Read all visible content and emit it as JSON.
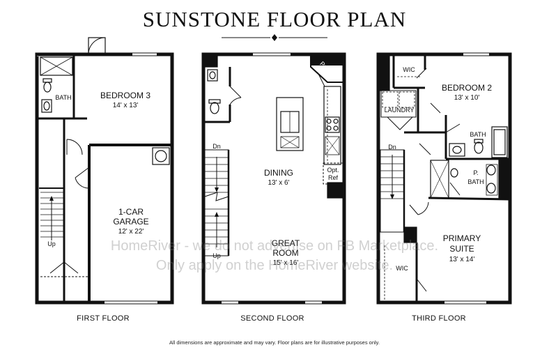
{
  "title": "SUNSTONE FLOOR PLAN",
  "floors": {
    "first": {
      "label": "FIRST FLOOR",
      "bedroom3": {
        "name": "BEDROOM 3",
        "dim": "14' x 13'"
      },
      "bath": "BATH",
      "garage": {
        "name1": "1-CAR",
        "name2": "GARAGE",
        "dim": "12' x 22'"
      },
      "up": "Up"
    },
    "second": {
      "label": "SECOND FLOOR",
      "pantry": "Pantry",
      "dining": {
        "name": "DINING",
        "dim": "13' x 6'"
      },
      "great_room": {
        "name1": "GREAT",
        "name2": "ROOM",
        "dim": "15' x 16'"
      },
      "opt_ref": {
        "line1": "Opt.",
        "line2": "Ref"
      },
      "dn": "Dn",
      "up": "Up"
    },
    "third": {
      "label": "THIRD FLOOR",
      "wic_top": "WIC",
      "bedroom2": {
        "name": "BEDROOM 2",
        "dim": "13' x 10'"
      },
      "laundry": "LAUNDRY",
      "bath": "BATH",
      "pbath": {
        "line1": "P.",
        "line2": "BATH"
      },
      "primary": {
        "name1": "PRIMARY",
        "name2": "SUITE",
        "dim": "13' x 14'"
      },
      "wic_bottom": "WIC",
      "dn": "Dn"
    }
  },
  "watermark": {
    "line1": "HomeRiver - we do not advertise on FB Marketplace.",
    "line2": "Only apply on the HomeRiver website."
  },
  "disclaimer": "All dimensions are approximate and may vary. Floor plans are for illustrative purposes only."
}
